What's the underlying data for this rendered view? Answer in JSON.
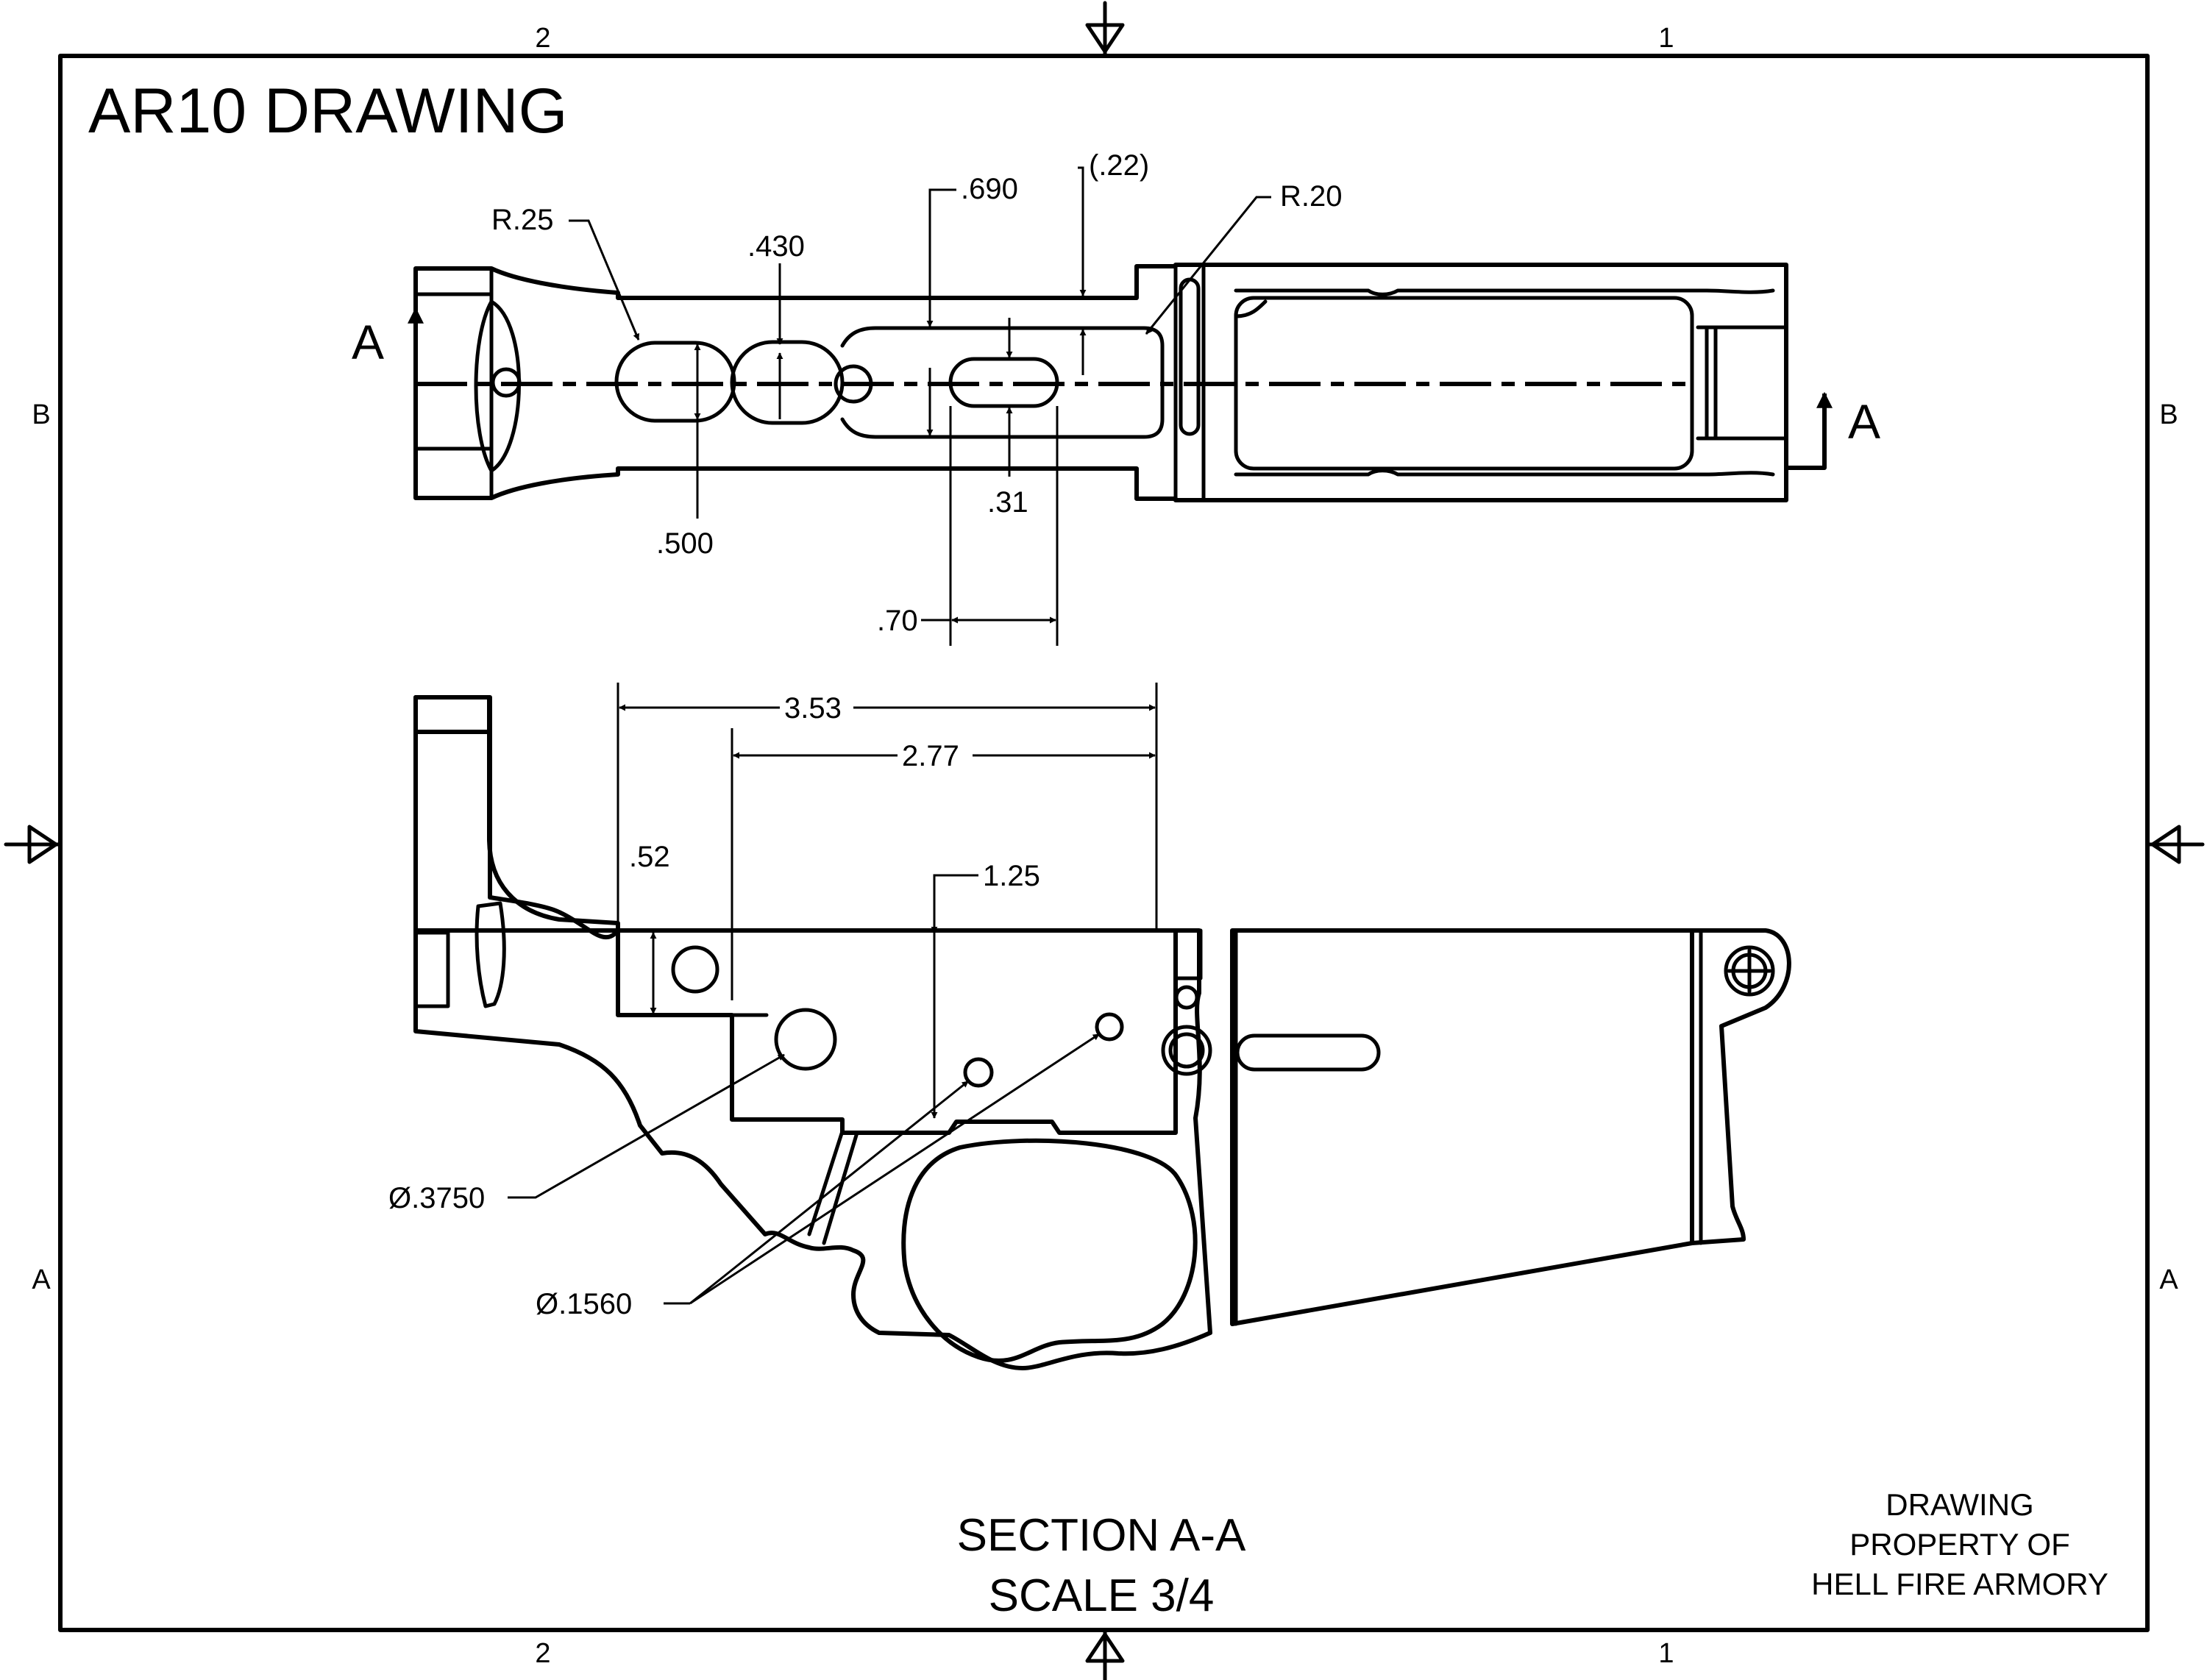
{
  "title": "AR10 DRAWING",
  "zones": {
    "top_left": "2",
    "top_right": "1",
    "bottom_left": "2",
    "bottom_right": "1",
    "left_upper": "B",
    "left_lower": "A",
    "right_upper": "B",
    "right_lower": "A"
  },
  "section_markers": {
    "left": "A",
    "right": "A"
  },
  "top_view": {
    "dimensions": {
      "r25": "R.25",
      "d430": ".430",
      "d690": ".690",
      "d22": "(.22)",
      "r20": "R.20",
      "d500": ".500",
      "d31": ".31",
      "d70": ".70"
    }
  },
  "section_view": {
    "dimensions": {
      "d353": "3.53",
      "d277": "2.77",
      "d52": ".52",
      "d125": "1.25",
      "dia3750": "Ø.3750",
      "dia1560": "Ø.1560"
    }
  },
  "caption": {
    "line1": "SECTION A-A",
    "line2": "SCALE 3/4"
  },
  "owner": {
    "line1": "DRAWING",
    "line2": "PROPERTY OF",
    "line3": "HELL FIRE ARMORY"
  }
}
